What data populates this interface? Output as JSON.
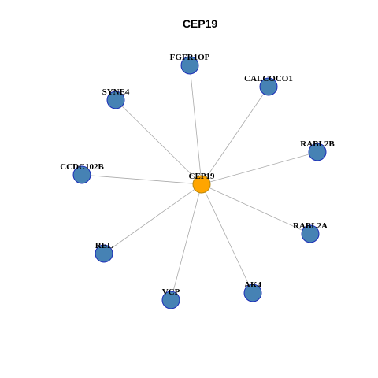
{
  "title": "CEP19",
  "center": {
    "label": "CEP19",
    "color": "#FFA500",
    "border": "#B8860B"
  },
  "neighbor_style": {
    "fill": "#4682B4",
    "border": "#1C2DB8"
  },
  "neighbors": [
    {
      "label": "FGFR1OP"
    },
    {
      "label": "CALCOCO1"
    },
    {
      "label": "SYNE4"
    },
    {
      "label": "RABL2B"
    },
    {
      "label": "CCDC102B"
    },
    {
      "label": "RABL2A"
    },
    {
      "label": "REL"
    },
    {
      "label": "AK4"
    },
    {
      "label": "VCP"
    }
  ]
}
